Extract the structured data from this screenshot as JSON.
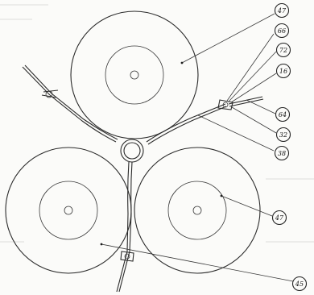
{
  "figure": {
    "callouts": [
      {
        "id": "c1",
        "label": "47"
      },
      {
        "id": "c2",
        "label": "66"
      },
      {
        "id": "c3",
        "label": "72"
      },
      {
        "id": "c4",
        "label": "16"
      },
      {
        "id": "c5",
        "label": "64"
      },
      {
        "id": "c6",
        "label": "32"
      },
      {
        "id": "c7",
        "label": "38"
      },
      {
        "id": "c8",
        "label": "47"
      },
      {
        "id": "c9",
        "label": "45"
      }
    ]
  }
}
